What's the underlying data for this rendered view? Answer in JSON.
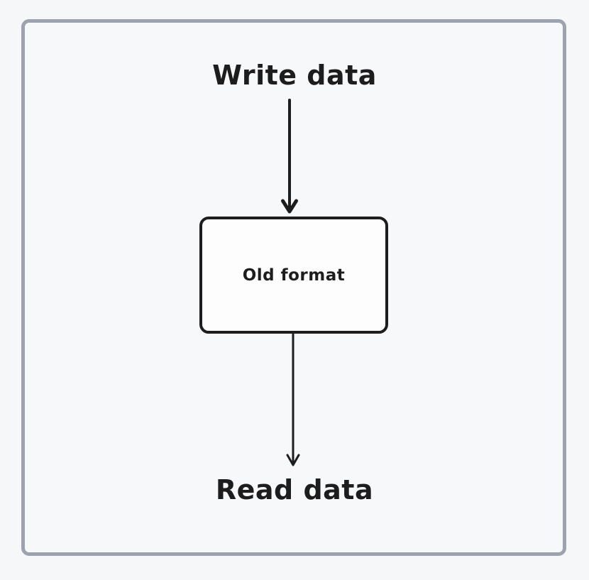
{
  "diagram": {
    "nodes": {
      "write": {
        "label": "Write data",
        "type": "text"
      },
      "old_format": {
        "label": "Old format",
        "type": "box"
      },
      "read": {
        "label": "Read data",
        "type": "text"
      }
    },
    "edges": [
      {
        "from": "write",
        "to": "old_format",
        "direction": "down",
        "style": "arrow"
      },
      {
        "from": "old_format",
        "to": "read",
        "direction": "down",
        "style": "arrow"
      }
    ],
    "colors": {
      "background": "#f6f7f9",
      "frame_border": "#9ca3af",
      "ink": "#1d1d1d",
      "box_fill": "#fdfdfe"
    }
  }
}
